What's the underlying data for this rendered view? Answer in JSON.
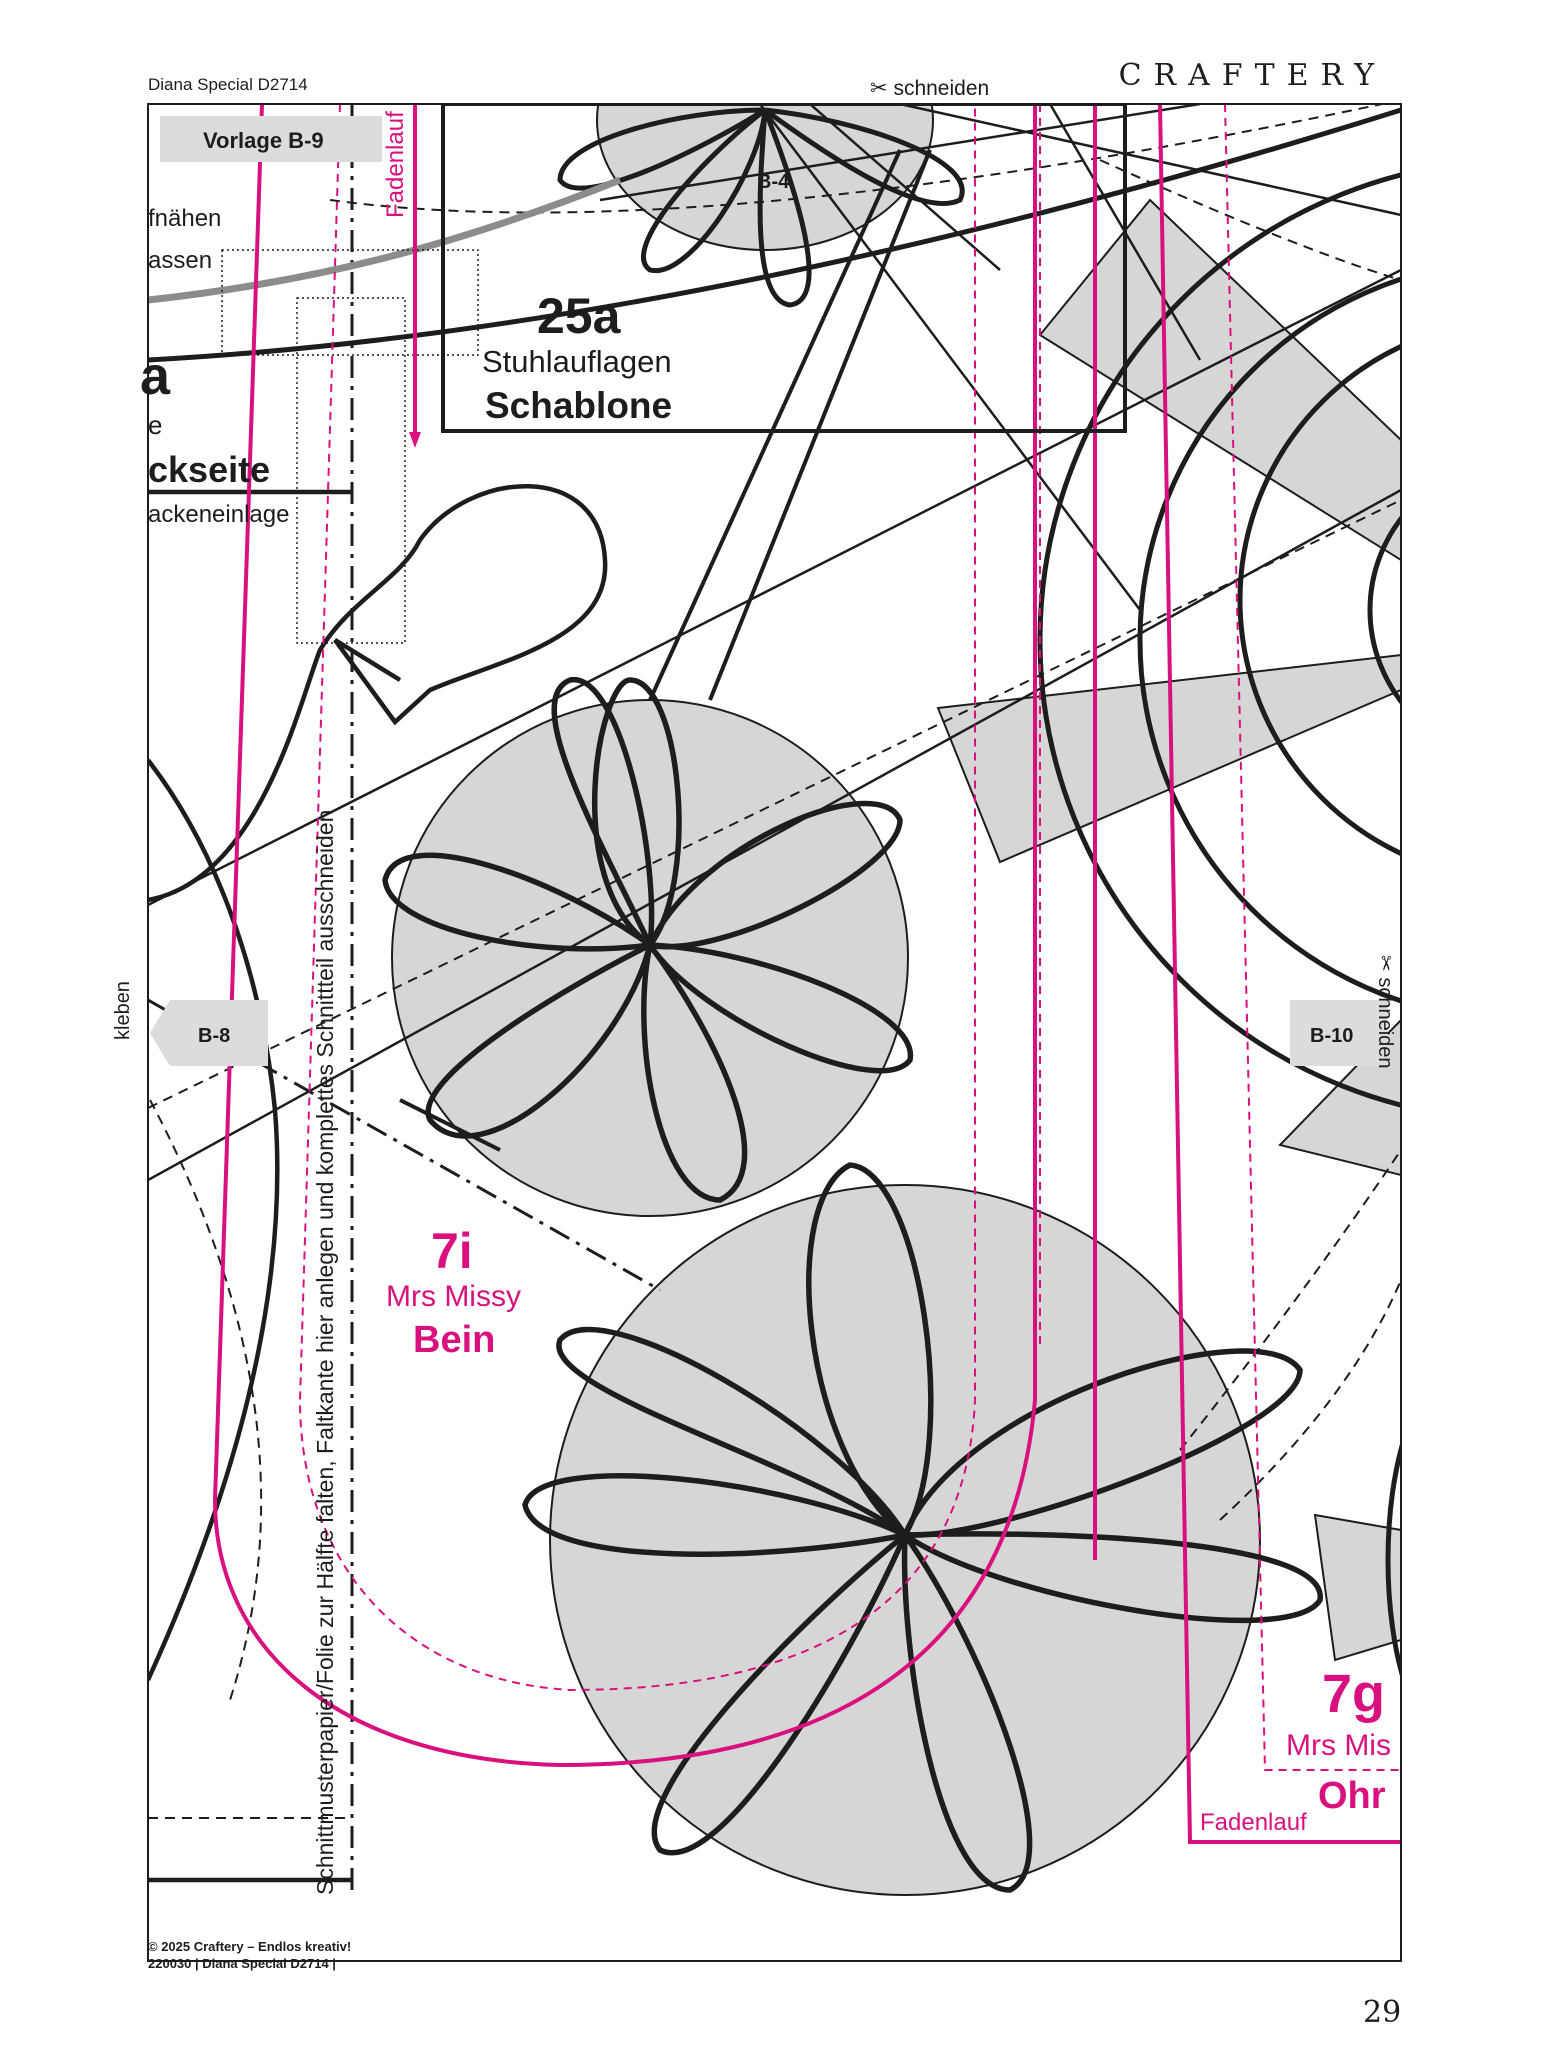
{
  "header": {
    "left": "Diana Special D2714",
    "brand": "CRAFTERY",
    "cut_top": "schneiden",
    "cut_right": "schneiden",
    "glue_left": "kleben"
  },
  "tags": {
    "vorlage": "Vorlage B-9",
    "b4": "B-4",
    "b8": "B-8",
    "b10": "B-10"
  },
  "left_fragments": {
    "aufnaehen": "fnähen",
    "lassen": "assen",
    "big_a": "a",
    "e": "e",
    "rueckseite": "ckseite",
    "nackeneinlage": "ackeneinlage"
  },
  "piece_25a": {
    "number": "25a",
    "name": "Stuhlauflagen",
    "part": "Schablone"
  },
  "piece_7i": {
    "number": "7i",
    "name": "Mrs Missy",
    "part": "Bein"
  },
  "piece_7g": {
    "number": "7g",
    "name": "Mrs Mis",
    "part": "Ohr",
    "grain": "Fadenlauf"
  },
  "grain_top": "Fadenlauf",
  "fold_instruction": "Schnittmusterpapier/Folie zur Hälfte falten, Faltkante hier anlegen und komplettes Schnittteil ausschneiden",
  "footer": {
    "line1": "© 2025 Craftery – Endlos kreativ!",
    "line2": "220030 | Diana Special D2714 |"
  },
  "page_number": "29",
  "colors": {
    "ink": "#1d1d1b",
    "magenta": "#d9117f",
    "grey_fill": "#d6d6d6",
    "tag_bg": "#dcdcdc"
  }
}
